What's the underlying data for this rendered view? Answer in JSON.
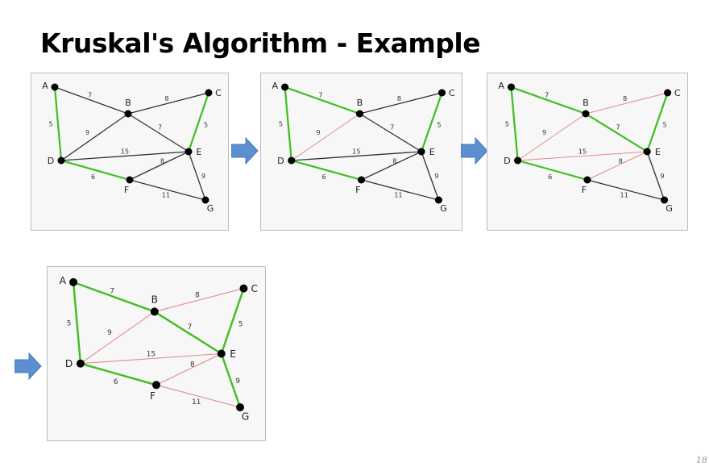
{
  "title": "Kruskal's Algorithm - Example",
  "page_number": "18",
  "colors": {
    "selected": "#3fbf1f",
    "rejected": "#e38a8a",
    "unprocessed": "#333333",
    "arrow": "#5b8fd0"
  },
  "graph": {
    "nodes": [
      "A",
      "B",
      "C",
      "D",
      "E",
      "F",
      "G"
    ],
    "edges": [
      {
        "id": "AB",
        "from": "A",
        "to": "B",
        "weight": "7"
      },
      {
        "id": "AD",
        "from": "A",
        "to": "D",
        "weight": "5"
      },
      {
        "id": "BC",
        "from": "B",
        "to": "C",
        "weight": "8"
      },
      {
        "id": "BD",
        "from": "B",
        "to": "D",
        "weight": "9"
      },
      {
        "id": "BE",
        "from": "B",
        "to": "E",
        "weight": "7"
      },
      {
        "id": "CE",
        "from": "C",
        "to": "E",
        "weight": "5"
      },
      {
        "id": "DE",
        "from": "D",
        "to": "E",
        "weight": "15"
      },
      {
        "id": "DF",
        "from": "D",
        "to": "F",
        "weight": "6"
      },
      {
        "id": "EF",
        "from": "E",
        "to": "F",
        "weight": "8"
      },
      {
        "id": "EG",
        "from": "E",
        "to": "G",
        "weight": "9"
      },
      {
        "id": "FG",
        "from": "F",
        "to": "G",
        "weight": "11"
      }
    ]
  },
  "steps": [
    {
      "AB": "unprocessed",
      "AD": "selected",
      "BC": "unprocessed",
      "BD": "unprocessed",
      "BE": "unprocessed",
      "CE": "selected",
      "DE": "unprocessed",
      "DF": "selected",
      "EF": "unprocessed",
      "EG": "unprocessed",
      "FG": "unprocessed"
    },
    {
      "AB": "selected",
      "AD": "selected",
      "BC": "unprocessed",
      "BD": "rejected",
      "BE": "unprocessed",
      "CE": "selected",
      "DE": "unprocessed",
      "DF": "selected",
      "EF": "unprocessed",
      "EG": "unprocessed",
      "FG": "unprocessed"
    },
    {
      "AB": "selected",
      "AD": "selected",
      "BC": "rejected",
      "BD": "rejected",
      "BE": "selected",
      "CE": "selected",
      "DE": "rejected",
      "DF": "selected",
      "EF": "rejected",
      "EG": "unprocessed",
      "FG": "unprocessed"
    },
    {
      "AB": "selected",
      "AD": "selected",
      "BC": "rejected",
      "BD": "rejected",
      "BE": "selected",
      "CE": "selected",
      "DE": "rejected",
      "DF": "selected",
      "EF": "rejected",
      "EG": "selected",
      "FG": "rejected"
    }
  ]
}
